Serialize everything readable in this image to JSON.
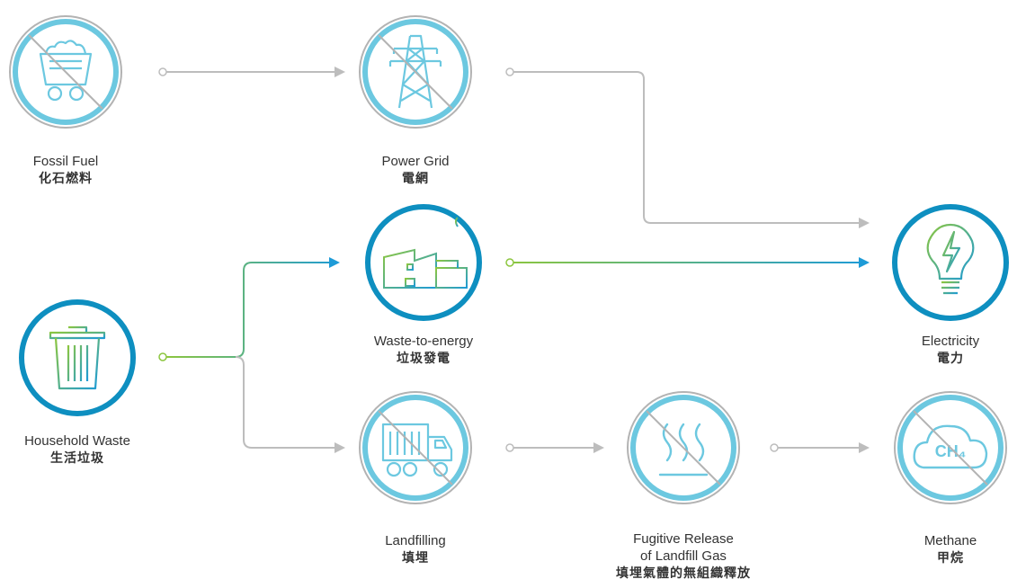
{
  "colors": {
    "ring_outer_grey": "#b3b3b3",
    "ring_light_blue": "#6cc8e0",
    "ring_dark_blue": "#0e8fc0",
    "arrow_grey": "#bdbdbd",
    "flow_green": "#8cc63f",
    "flow_blue": "#1e9bd7"
  },
  "nodes": {
    "fossil_fuel": {
      "en": "Fossil Fuel",
      "zh": "化石燃料",
      "icon": "coal-cart-icon",
      "crossed": true
    },
    "power_grid": {
      "en": "Power Grid",
      "zh": "電網",
      "icon": "transmission-tower-icon",
      "crossed": true
    },
    "waste_to_energy": {
      "en": "Waste-to-energy",
      "zh": "垃圾發電",
      "icon": "factory-icon",
      "crossed": false
    },
    "electricity": {
      "en": "Electricity",
      "zh": "電力",
      "icon": "lightbulb-bolt-icon",
      "crossed": false
    },
    "household_waste": {
      "en": "Household Waste",
      "zh": "生活垃圾",
      "icon": "trash-bin-icon",
      "crossed": false
    },
    "landfilling": {
      "en": "Landfilling",
      "zh": "填埋",
      "icon": "garbage-truck-icon",
      "crossed": true
    },
    "fugitive_release": {
      "en_line1": "Fugitive Release",
      "en_line2": "of Landfill Gas",
      "zh": "填埋氣體的無組織釋放",
      "icon": "heat-waves-icon",
      "crossed": true
    },
    "methane": {
      "en": "Methane",
      "zh": "甲烷",
      "icon": "ch4-cloud-icon",
      "crossed": true,
      "cloud_text": "CH₄"
    }
  }
}
